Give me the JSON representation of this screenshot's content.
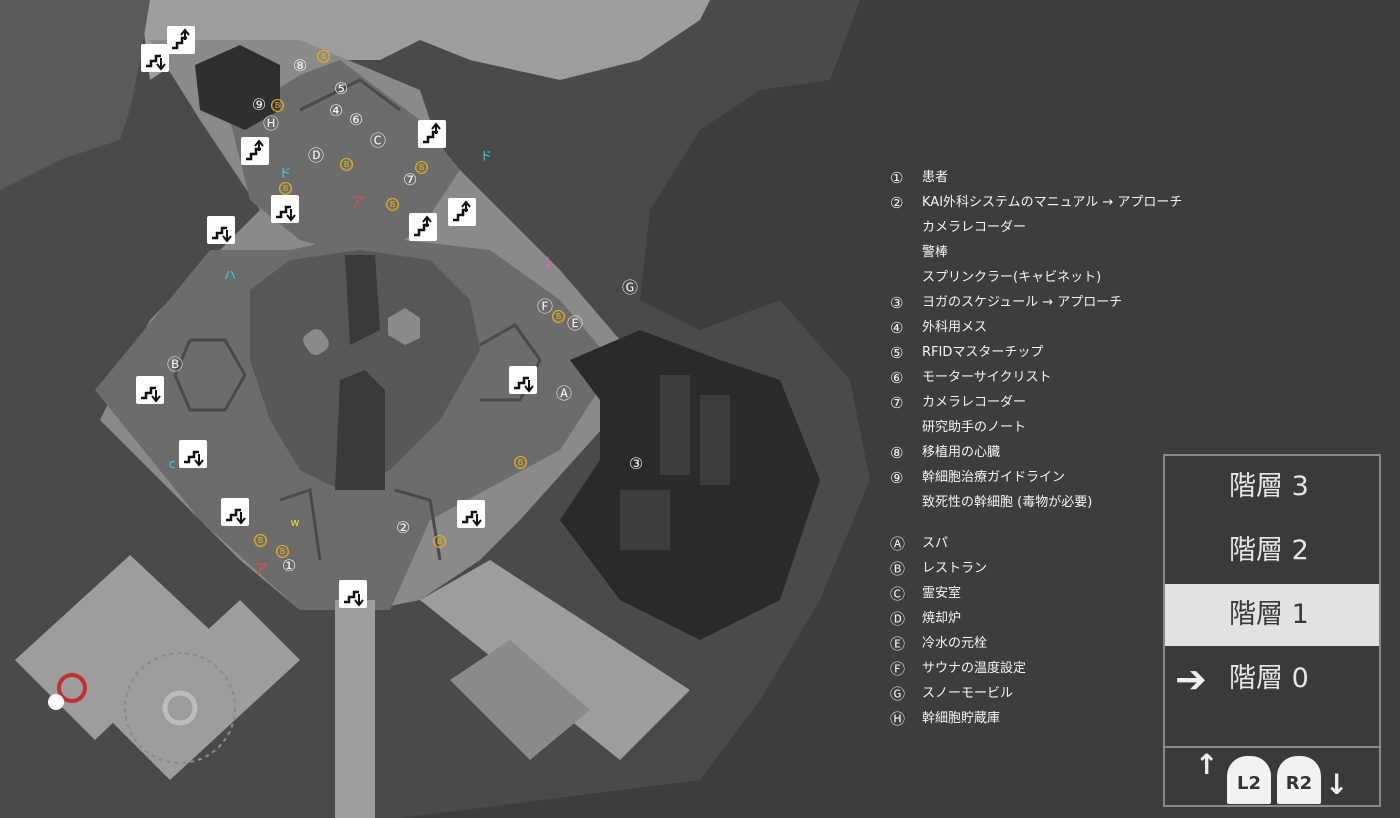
{
  "map": {
    "points": [
      {
        "label": "⑧",
        "cls": "num"
      },
      {
        "label": "Ⓑ",
        "cls": "b"
      },
      {
        "label": "⑤",
        "cls": "num"
      },
      {
        "label": "⑨",
        "cls": "num"
      },
      {
        "label": "Ⓑ",
        "cls": "b"
      },
      {
        "label": "④",
        "cls": "num"
      },
      {
        "label": "⑥",
        "cls": "num"
      },
      {
        "label": "Ⓗ",
        "cls": "num"
      },
      {
        "label": "Ⓒ",
        "cls": "num"
      },
      {
        "label": "Ⓓ",
        "cls": "num"
      },
      {
        "label": "Ⓑ",
        "cls": "b"
      },
      {
        "label": "Ⓑ",
        "cls": "b"
      },
      {
        "label": "ド",
        "cls": "cy"
      },
      {
        "label": "Ⓑ",
        "cls": "b"
      },
      {
        "label": "⑦",
        "cls": "num"
      },
      {
        "label": "ド",
        "cls": "cy"
      },
      {
        "label": "ア",
        "cls": "rd"
      },
      {
        "label": "Ⓑ",
        "cls": "b"
      },
      {
        "label": "ハ",
        "cls": "cy"
      },
      {
        "label": "↓",
        "cls": "pk"
      },
      {
        "label": "Ⓖ",
        "cls": "num"
      },
      {
        "label": "Ⓕ",
        "cls": "num"
      },
      {
        "label": "Ⓑ",
        "cls": "b"
      },
      {
        "label": "Ⓔ",
        "cls": "num"
      },
      {
        "label": "Ⓑ",
        "cls": "num"
      },
      {
        "label": "Ⓐ",
        "cls": "num"
      },
      {
        "label": "c",
        "cls": "cy"
      },
      {
        "label": "Ⓑ",
        "cls": "b"
      },
      {
        "label": "③",
        "cls": "num"
      },
      {
        "label": "w",
        "cls": "yl"
      },
      {
        "label": "②",
        "cls": "num"
      },
      {
        "label": "Ⓑ",
        "cls": "b"
      },
      {
        "label": "Ⓑ",
        "cls": "b"
      },
      {
        "label": "Ⓑ",
        "cls": "b"
      },
      {
        "label": "ア",
        "cls": "rd"
      },
      {
        "label": "①",
        "cls": "num"
      }
    ]
  },
  "legend": {
    "items": [
      {
        "sym": "①",
        "text": "患者"
      },
      {
        "sym": "②",
        "text": "KAI外科システムのマニュアル → アプローチ"
      },
      {
        "sym": "",
        "text": "カメラレコーダー"
      },
      {
        "sym": "",
        "text": "警棒"
      },
      {
        "sym": "",
        "text": "スプリンクラー(キャビネット)"
      },
      {
        "sym": "③",
        "text": "ヨガのスケジュール → アプローチ"
      },
      {
        "sym": "④",
        "text": "外科用メス"
      },
      {
        "sym": "⑤",
        "text": "RFIDマスターチップ"
      },
      {
        "sym": "⑥",
        "text": "モーターサイクリスト"
      },
      {
        "sym": "⑦",
        "text": "カメラレコーダー"
      },
      {
        "sym": "",
        "text": "研究助手のノート"
      },
      {
        "sym": "⑧",
        "text": "移植用の心臓"
      },
      {
        "sym": "⑨",
        "text": "幹細胞治療ガイドライン"
      },
      {
        "sym": "",
        "text": "致死性の幹細胞 (毒物が必要)"
      },
      {
        "sym": "Ⓐ",
        "text": "スパ"
      },
      {
        "sym": "Ⓑ",
        "text": "レストラン"
      },
      {
        "sym": "Ⓒ",
        "text": "霊安室"
      },
      {
        "sym": "Ⓓ",
        "text": "焼却炉"
      },
      {
        "sym": "Ⓔ",
        "text": "冷水の元栓"
      },
      {
        "sym": "Ⓕ",
        "text": "サウナの温度設定"
      },
      {
        "sym": "Ⓖ",
        "text": "スノーモービル"
      },
      {
        "sym": "Ⓗ",
        "text": "幹細胞貯蔵庫"
      }
    ]
  },
  "floors": {
    "items": [
      {
        "label": "階層 3",
        "selected": false,
        "current": false
      },
      {
        "label": "階層 2",
        "selected": false,
        "current": false
      },
      {
        "label": "階層 1",
        "selected": true,
        "current": false
      },
      {
        "label": "階層 0",
        "selected": false,
        "current": true
      }
    ],
    "up_button": "L2",
    "down_button": "R2",
    "current_arrow": "➔"
  },
  "colors": {
    "background": "#3d3d3d",
    "terrain_light": "#9d9d9d",
    "terrain_mid": "#5a5a5a",
    "floor_room": "#6e6e6e",
    "restaurant_marker": "#e0b020",
    "cyan_marker": "#33d6e0",
    "red_marker": "#e0504a"
  }
}
